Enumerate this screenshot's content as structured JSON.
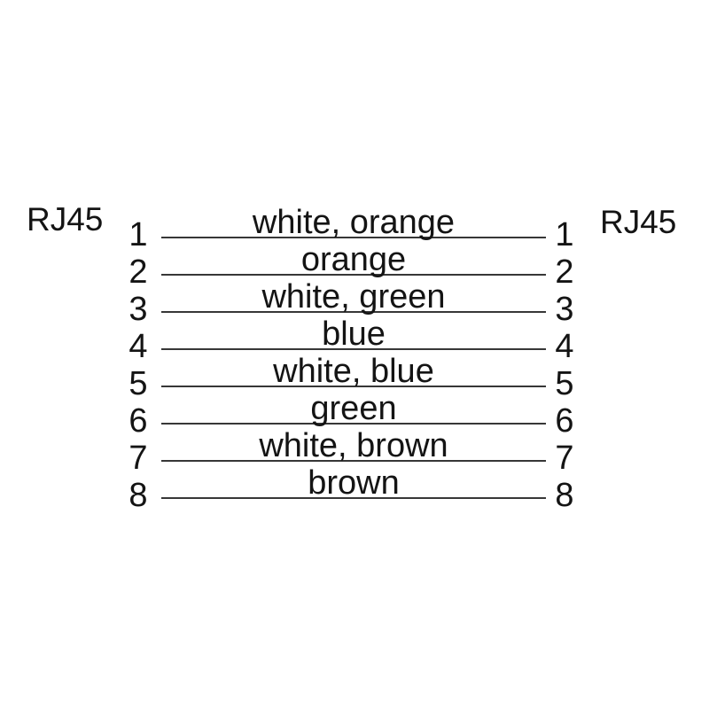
{
  "diagram": {
    "title_semantic": "RJ45 straight-through cable pinout",
    "left_connector": {
      "label": "RJ45"
    },
    "right_connector": {
      "label": "RJ45"
    },
    "wires": [
      {
        "left_pin": "1",
        "right_pin": "1",
        "label": "white, orange"
      },
      {
        "left_pin": "2",
        "right_pin": "2",
        "label": "orange"
      },
      {
        "left_pin": "3",
        "right_pin": "3",
        "label": "white, green"
      },
      {
        "left_pin": "4",
        "right_pin": "4",
        "label": "blue"
      },
      {
        "left_pin": "5",
        "right_pin": "5",
        "label": "white, blue"
      },
      {
        "left_pin": "6",
        "right_pin": "6",
        "label": "green"
      },
      {
        "left_pin": "7",
        "right_pin": "7",
        "label": "white, brown"
      },
      {
        "left_pin": "8",
        "right_pin": "8",
        "label": "brown"
      }
    ],
    "colors": {
      "background": "#ffffff",
      "text": "#141414",
      "line": "#373737"
    }
  }
}
